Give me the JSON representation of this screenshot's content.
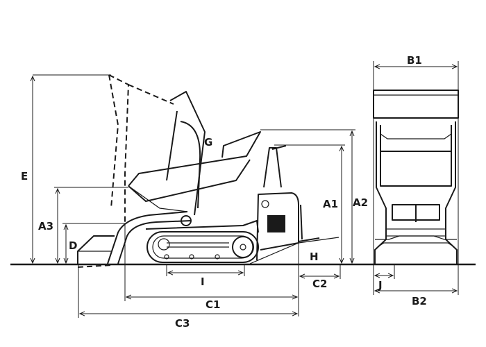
{
  "diagram": {
    "title": "Tracked mini dumper dimensions",
    "labels": {
      "E": "E",
      "A3": "A3",
      "D": "D",
      "G": "G",
      "A1": "A1",
      "A2": "A2",
      "H": "H",
      "I": "I",
      "C2": "C2",
      "C1": "C1",
      "C3": "C3",
      "B1": "B1",
      "J": "J",
      "B2": "B2"
    }
  }
}
